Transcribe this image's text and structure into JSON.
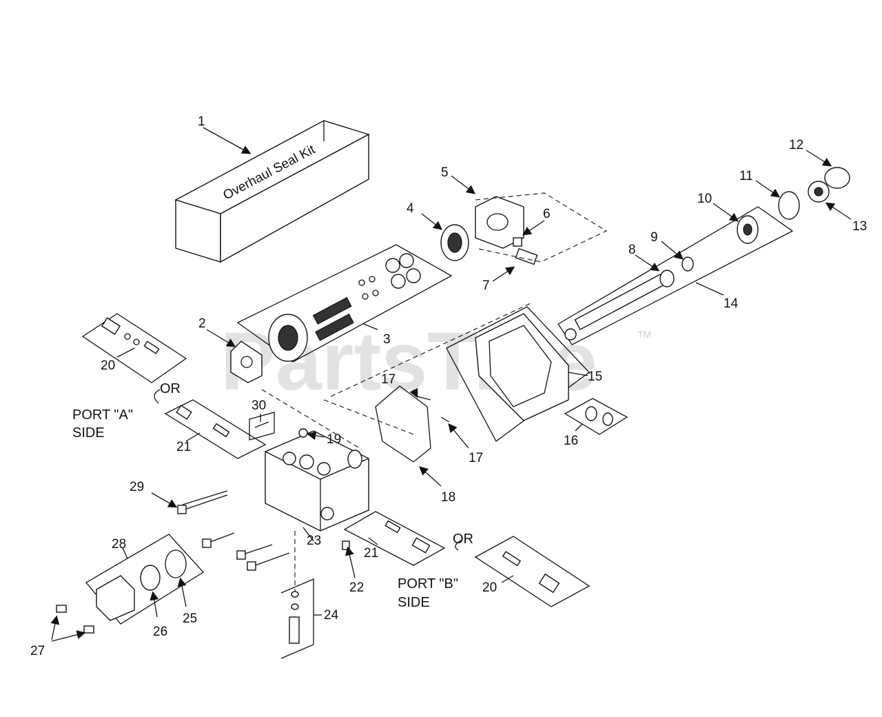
{
  "kit_box_text": "Overhaul Seal Kit",
  "watermark": "PartsTree",
  "watermark_tm": "TM",
  "port_a": {
    "line1": "PORT \"A\"",
    "line2": "SIDE",
    "or": "OR"
  },
  "port_b": {
    "line1": "PORT \"B\"",
    "line2": "SIDE",
    "or": "OR"
  },
  "callouts": {
    "c1": "1",
    "c2": "2",
    "c3": "3",
    "c4": "4",
    "c5": "5",
    "c6": "6",
    "c7": "7",
    "c8": "8",
    "c9": "9",
    "c10": "10",
    "c11": "11",
    "c12": "12",
    "c13": "13",
    "c14": "14",
    "c15": "15",
    "c16": "16",
    "c17a": "17",
    "c17b": "17",
    "c18": "18",
    "c19": "19",
    "c20a": "20",
    "c20b": "20",
    "c21a": "21",
    "c21b": "21",
    "c22": "22",
    "c23": "23",
    "c24": "24",
    "c25": "25",
    "c26": "26",
    "c27": "27",
    "c28": "28",
    "c29": "29",
    "c30": "30"
  }
}
